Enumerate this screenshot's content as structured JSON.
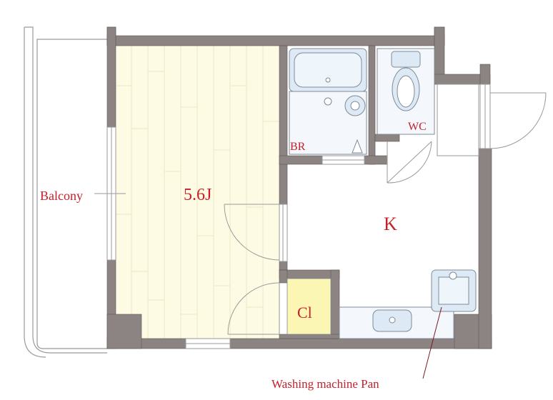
{
  "labels": {
    "balcony": "Balcony",
    "main_room": "5.6J",
    "bathroom": "BR",
    "toilet": "WC",
    "kitchen": "K",
    "closet": "Cl",
    "washing_pan": "Washing machine Pan"
  },
  "colors": {
    "wall": "#8c8383",
    "wall_edge": "#5e5555",
    "floor_wood": "#fdfbe3",
    "floor_line": "#ece8c4",
    "fixture": "#dde9f4",
    "fixture_stroke": "#7e8a96",
    "closet_fill": "#fcf6b4",
    "label_red": "#c5202b",
    "line": "#9a9a9a"
  }
}
